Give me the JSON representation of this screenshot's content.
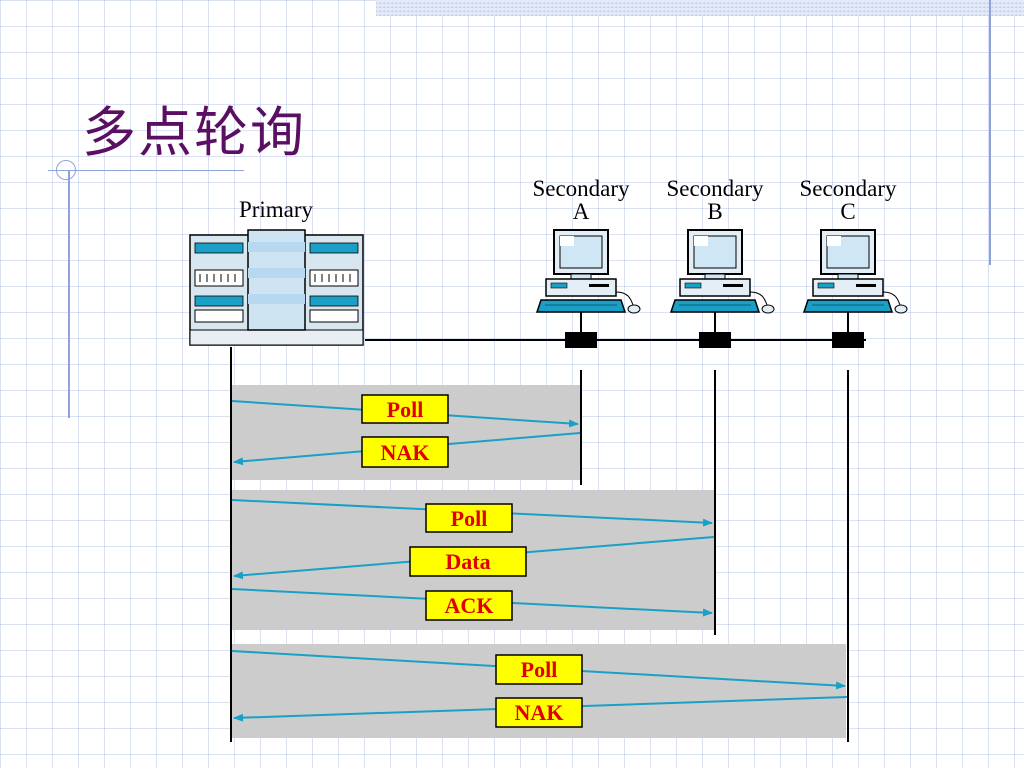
{
  "slide": {
    "title": "多点轮询"
  },
  "diagram": {
    "primary_label": "Primary",
    "secondaries": [
      {
        "line1": "Secondary",
        "line2": "A"
      },
      {
        "line1": "Secondary",
        "line2": "B"
      },
      {
        "line1": "Secondary",
        "line2": "C"
      }
    ],
    "exchanges": [
      {
        "messages": [
          "Poll",
          "NAK"
        ]
      },
      {
        "messages": [
          "Poll",
          "Data",
          "ACK"
        ]
      },
      {
        "messages": [
          "Poll",
          "NAK"
        ]
      }
    ],
    "colors": {
      "arrow": "#1aa0c6",
      "message_box_fill": "#ffff00",
      "message_text": "#e00000",
      "exchange_panel": "#cccccc",
      "title": "#5a0f63"
    }
  }
}
